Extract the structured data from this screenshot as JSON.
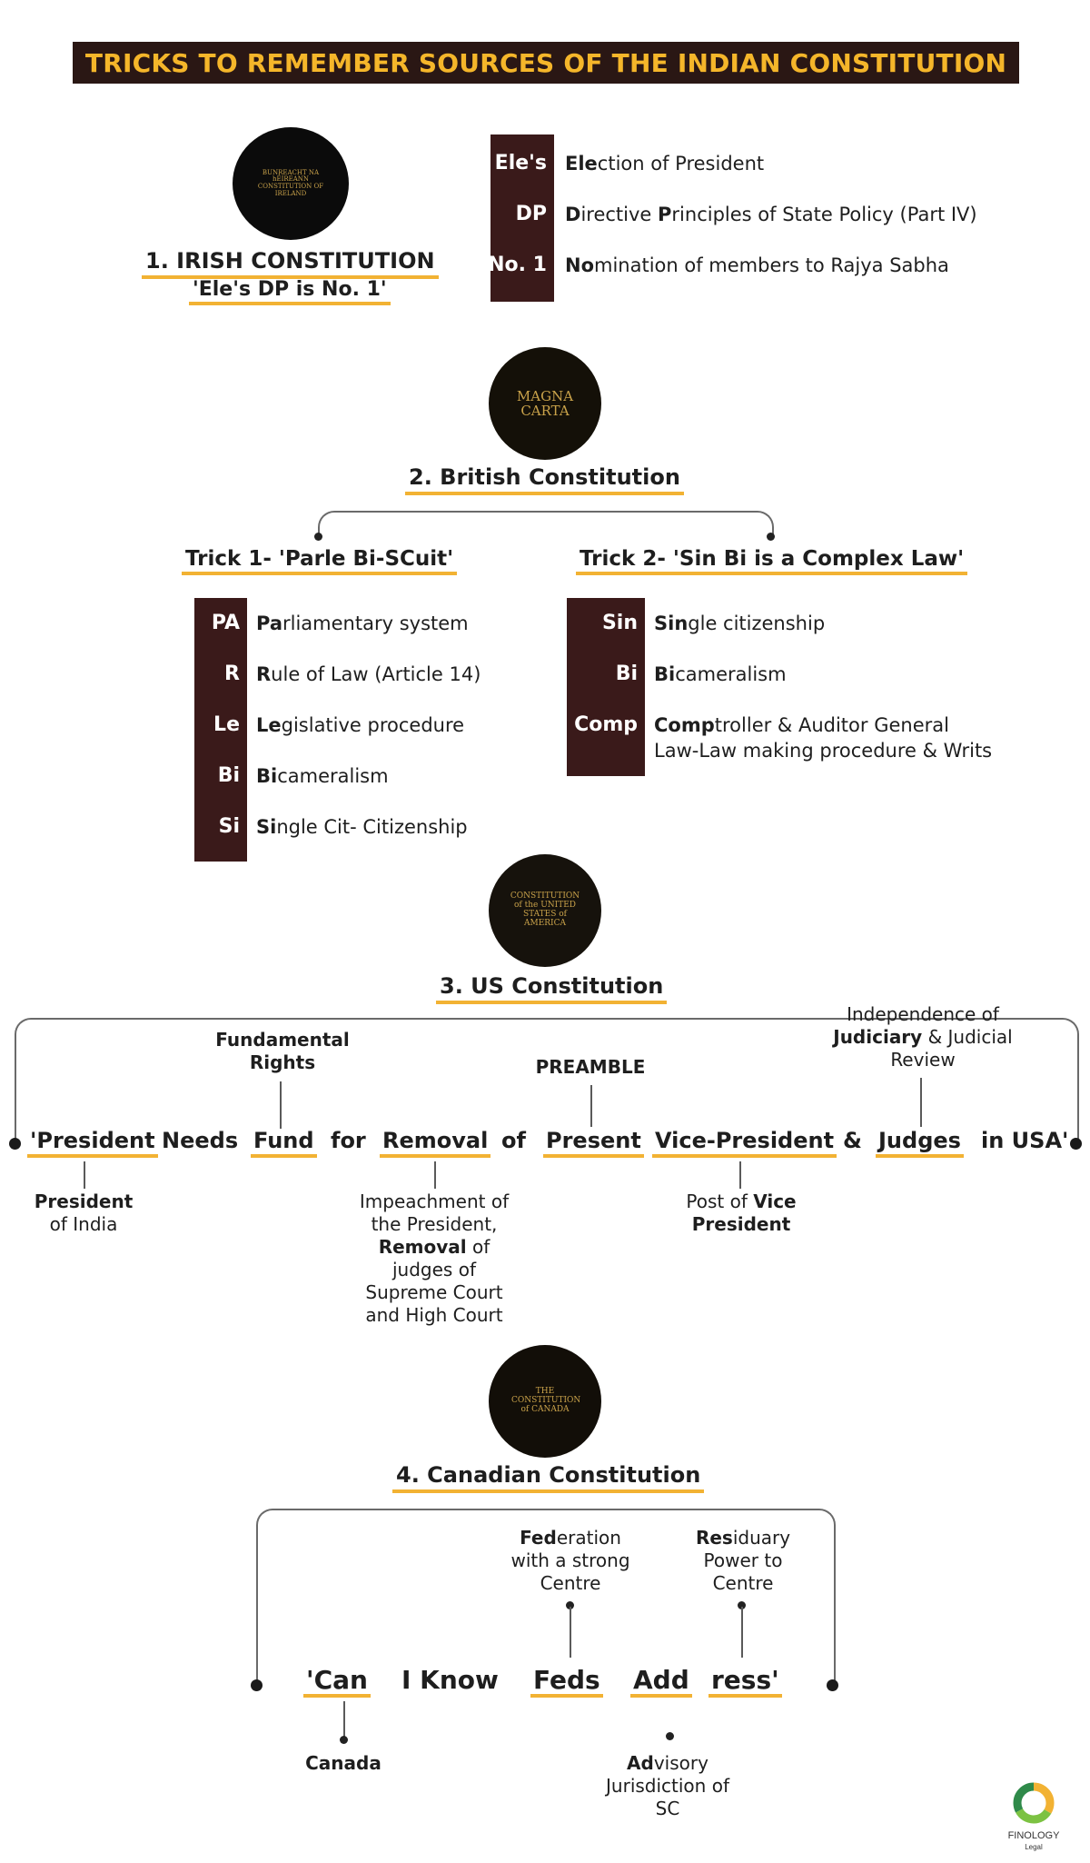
{
  "title": "TRICKS TO REMEMBER SOURCES OF THE INDIAN CONSTITUTION",
  "colors": {
    "banner_bg": "#2a1714",
    "banner_text": "#f5b62a",
    "accent_underline": "#f2b233",
    "abbr_column": "#3a1a1a"
  },
  "irish": {
    "emblem_text": "BUNREACHT NA hÉIREANN CONSTITUTION OF IRELAND",
    "heading": "1. IRISH CONSTITUTION",
    "trick": "'Ele's DP is No. 1'",
    "rows": [
      {
        "abbr": "Ele's",
        "bold": "Ele",
        "rest": "ction of President"
      },
      {
        "abbr": "DP",
        "bold": "D",
        "rest": "irective ",
        "bold2": "P",
        "rest2": "rinciples of State Policy (Part IV)"
      },
      {
        "abbr": "No. 1",
        "bold": "No",
        "rest": "mination of members to Rajya Sabha"
      }
    ]
  },
  "british": {
    "emblem_text": "MAGNA CARTA",
    "heading": "2. British Constitution",
    "trick1": {
      "label": "Trick 1- 'Parle Bi-SCuit'",
      "rows": [
        {
          "abbr": "PA",
          "bold": "Pa",
          "rest": "rliamentary system"
        },
        {
          "abbr": "R",
          "bold": "R",
          "rest": "ule of Law (Article 14)"
        },
        {
          "abbr": "Le",
          "bold": "Le",
          "rest": "gislative procedure"
        },
        {
          "abbr": "Bi",
          "bold": "Bi",
          "rest": "cameralism"
        },
        {
          "abbr": "Si",
          "bold": "Si",
          "rest": "ngle Cit- Citizenship"
        }
      ]
    },
    "trick2": {
      "label": "Trick 2- 'Sin Bi is a Complex Law'",
      "rows": [
        {
          "abbr": "Sin",
          "bold": "Sin",
          "rest": "gle citizenship"
        },
        {
          "abbr": "Bi",
          "bold": "Bi",
          "rest": "cameralism"
        },
        {
          "abbr": "Comp",
          "bold": "Comp",
          "rest": "troller & Auditor General",
          "line2": "Law-Law making procedure & Writs"
        }
      ]
    }
  },
  "us": {
    "emblem_text": "CONSTITUTION of the UNITED STATES of AMERICA",
    "heading": "3. US Constitution",
    "phrase": [
      "'President",
      "Needs",
      "Fund",
      "for",
      "Removal",
      "of",
      "Present",
      "Vice-President",
      "&",
      "Judges",
      "in USA'"
    ],
    "notes": {
      "fundamental": "Fundamental Rights",
      "preamble": "PREAMBLE",
      "independence_line1": "Independence of",
      "independence_bold": "Judiciary",
      "independence_rest": " & Judicial",
      "independence_line3": "Review",
      "president_bold": "President",
      "president_rest": "of India",
      "impeach_line1": "Impeachment of",
      "impeach_line2": "the President,",
      "impeach_bold": "Removal",
      "impeach_rest": " of",
      "impeach_line4": "judges of",
      "impeach_line5": "Supreme Court",
      "impeach_line6": "and High Court",
      "vp_pre": "Post of ",
      "vp_bold1": "Vice",
      "vp_bold2": "President"
    }
  },
  "canada": {
    "emblem_text": "THE CONSTITUTION of CANADA",
    "heading": "4. Canadian Constitution",
    "phrase": [
      "'Can",
      "I Know",
      "Feds",
      "Add",
      "ress'"
    ],
    "notes": {
      "fed_bold": "Fed",
      "fed_rest": "eration",
      "fed_line2": "with a strong",
      "fed_line3": "Centre",
      "res_bold": "Res",
      "res_rest": "iduary",
      "res_line2": "Power to",
      "res_line3": "Centre",
      "canada": "Canada",
      "adv_bold": "Ad",
      "adv_rest": "visory",
      "adv_line2": "Jurisdiction of",
      "adv_line3": "SC"
    }
  },
  "logo": {
    "text": "FINOLOGY",
    "sub": "Legal"
  }
}
